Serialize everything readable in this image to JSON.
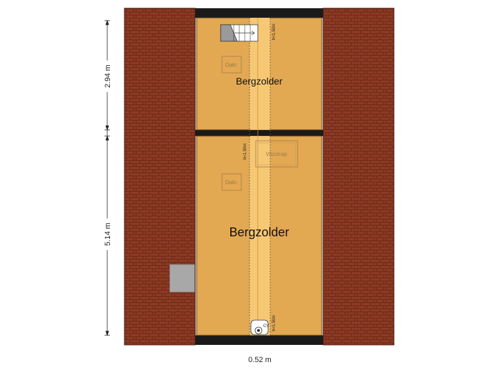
{
  "rooms": {
    "upper": {
      "name": "Bergzolder",
      "dakraam": "Dakr.",
      "height_note": "h<1.50m"
    },
    "lower": {
      "name": "Bergzolder",
      "dakraam": "Dakr.",
      "vlizotrap": "Vlizotrap",
      "height_note_top": "h<1.50m",
      "height_note_bottom": "h<1.50m",
      "boiler": "CV"
    }
  },
  "dimensions": {
    "upper_height": "2.94 m",
    "lower_height": "5.14 m",
    "bottom_width": "0.52 m"
  },
  "colors": {
    "roof_tile": "#8e3a24",
    "floor": "#e3a852",
    "ridge_strip": "#f7c873",
    "wall": "#1a1a1a",
    "skylight_gray": "#a8a8a8"
  }
}
